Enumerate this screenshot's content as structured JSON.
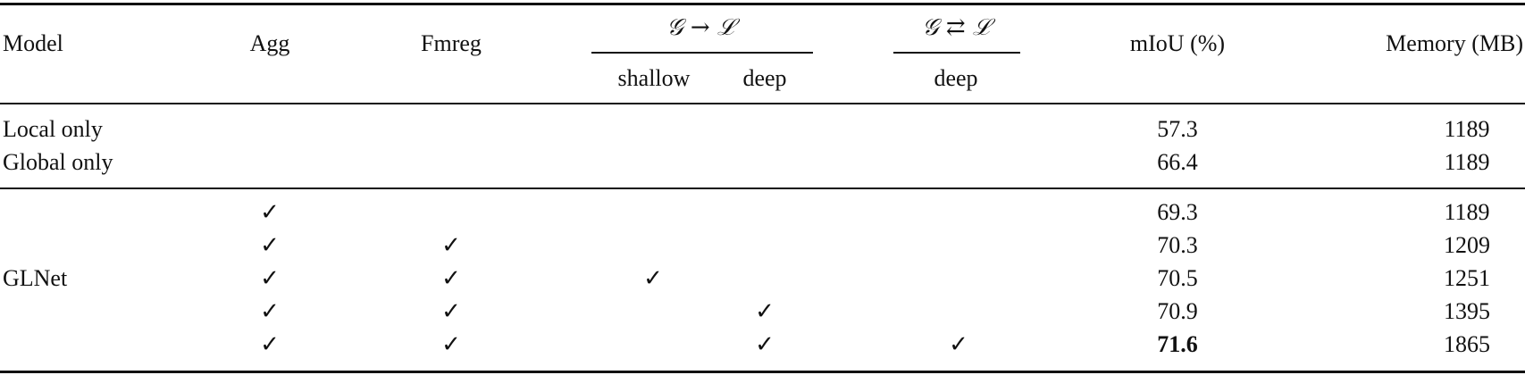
{
  "header": {
    "model": "Model",
    "agg": "Agg",
    "fmreg": "Fmreg",
    "g2l": "𝒢 → ℒ",
    "g2l_shallow": "shallow",
    "g2l_deep": "deep",
    "gl_bi": "𝒢 ⇄ ℒ",
    "gl_bi_deep": "deep",
    "miou": "mIoU (%)",
    "memory": "Memory (MB)"
  },
  "check_symbol": "✓",
  "rows": [
    {
      "model": "Local only",
      "miou": "57.3",
      "memory": "1189"
    },
    {
      "model": "Global only",
      "miou": "66.4",
      "memory": "1189"
    },
    {
      "model": "",
      "agg": true,
      "fmreg": false,
      "g2l_shallow": false,
      "g2l_deep": false,
      "gl_bi_deep": false,
      "miou": "69.3",
      "memory": "1189"
    },
    {
      "model": "",
      "agg": true,
      "fmreg": true,
      "g2l_shallow": false,
      "g2l_deep": false,
      "gl_bi_deep": false,
      "miou": "70.3",
      "memory": "1209"
    },
    {
      "model": "GLNet",
      "agg": true,
      "fmreg": true,
      "g2l_shallow": true,
      "g2l_deep": false,
      "gl_bi_deep": false,
      "miou": "70.5",
      "memory": "1251"
    },
    {
      "model": "",
      "agg": true,
      "fmreg": true,
      "g2l_shallow": false,
      "g2l_deep": true,
      "gl_bi_deep": false,
      "miou": "70.9",
      "memory": "1395"
    },
    {
      "model": "",
      "agg": true,
      "fmreg": true,
      "g2l_shallow": false,
      "g2l_deep": true,
      "gl_bi_deep": true,
      "miou": "71.6",
      "memory": "1865",
      "miou_bold": true
    }
  ]
}
